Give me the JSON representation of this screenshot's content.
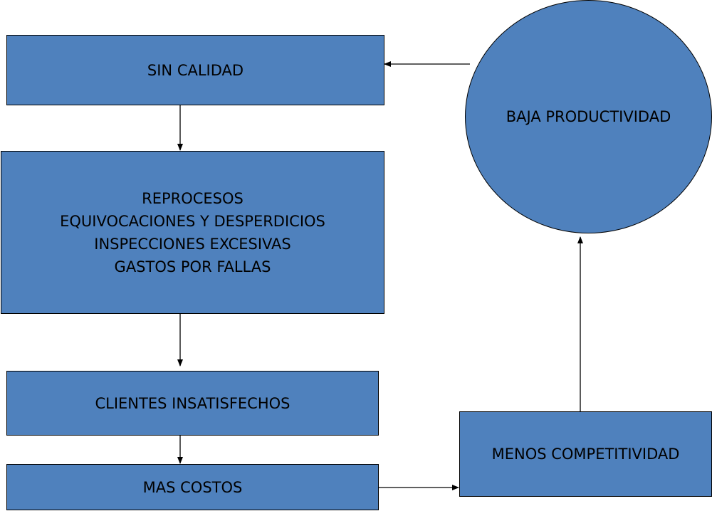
{
  "colors": {
    "box_fill": "#4f81bd",
    "stroke": "#000000"
  },
  "nodes": {
    "sin_calidad": "SIN CALIDAD",
    "consecuencias": [
      "REPROCESOS",
      "EQUIVOCACIONES Y DESPERDICIOS",
      "INSPECCIONES EXCESIVAS",
      "GASTOS POR FALLAS"
    ],
    "clientes": "CLIENTES INSATISFECHOS",
    "mas_costos": "MAS COSTOS",
    "menos_competitividad": "MENOS COMPETITIVIDAD",
    "baja_productividad": "BAJA PRODUCTIVIDAD"
  }
}
